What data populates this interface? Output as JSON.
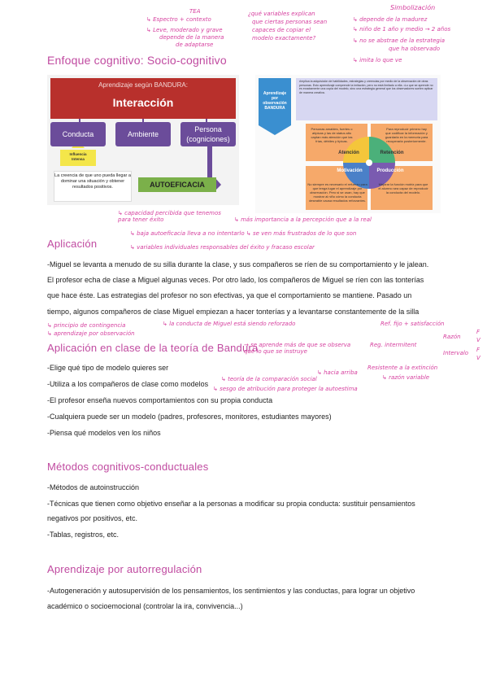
{
  "annotations_top": {
    "col1_title": "TEA",
    "col1_lines": [
      "↳ Espectro + contexto",
      "↳ Leve, moderado y grave",
      "depende de la manera",
      "de adaptarse"
    ],
    "col2_lines": [
      "¿qué variables explican",
      "que ciertas personas sean",
      "capaces de copiar el",
      "modelo exactamente?"
    ],
    "col3_title": "Simbolización",
    "col3_lines": [
      "↳ depende de la madurez",
      "↳ niño de 1 año y medio → 2 años",
      "↳ no se abstrae de la estrategia",
      "que ha observado",
      "↳ imita lo que ve"
    ]
  },
  "title": "Enfoque cognitivo: Socio-cognitivo",
  "diagram1": {
    "heading": "Aprendizaje según BANDURA:",
    "center": "Interacción",
    "boxes": [
      "Conducta",
      "Ambiente",
      "Persona\n(cogniciones)"
    ],
    "yellow": "Influencia\nIntensa",
    "belief": "La creencia de que uno pueda llegar a dominar una situación y obtener resultados positivos.",
    "autoeficacia": "AUTOEFICACIA"
  },
  "diagram2": {
    "left_label": "Aprendizaje por observación BANDURA",
    "top_text": "•Implica la adquisición de habilidades, estrategias y creencias por medio de la observación de otras personas. Esto aprendizaje comprende la imitación, pero no está limitado a ella. •Lo que se aprende no es exactamente una copia del modelo, sino una estrategia general que los observadores suelen aplicar de manera creativa.",
    "quadrants": [
      "Atención",
      "Retención",
      "Motivación",
      "Producción"
    ],
    "q_texts": [
      "Personas amables, fuertes o atípicas y las de status alto captan más atención que las frías, débiles y típicas.",
      "Para reproducir primero hay que codificar la información y guardarla en la memoria para recuperarla posteriormente.",
      "No siempre es necesario el refuerzo para que tenga lugar el aprendizaje por observación. Pero si se usan, hay que mostrar al niño cómo la conducta deseable causa resultados reforzantes.",
      "Mejorar la función motriz para que el alumno sea capaz de reproducir la conducta del modelo."
    ]
  },
  "annotations_mid": {
    "a1": "↳ capacidad percibida que tenemos para tener éxito",
    "a2": "↳ más importancia a la percepción que a la real",
    "a3": "↳ baja autoeficacia lleva a no intentarlo ↳ se ven más frustrados de lo que son",
    "a4": "↳ variables individuales responsables del éxito y fracaso escolar"
  },
  "sections": {
    "aplicacion": {
      "title": "Aplicación",
      "lines": [
        "-Miguel se levanta a menudo de su silla durante la clase, y sus compañeros se ríen de su comportamiento y le jalean.",
        "El profesor echa de clase a Miguel algunas veces. Por otro lado, los compañeros de Miguel se ríen con las tonterías",
        "que hace éste. Las estrategias del profesor no son efectivas, ya que el comportamiento se mantiene. Pasado un",
        "tiempo, algunos compañeros de clase Miguel empiezan a hacer tonterías y a levantarse constantemente de la silla"
      ],
      "notes": [
        "↳ principio de contingencia",
        "↳ aprendizaje por observación",
        "↳ la conducta de Miguel está siendo reforzado"
      ],
      "right_notes": [
        "Ref. fijo + satisfacción",
        "Reg. intermitent",
        "Razón",
        "Intervalo",
        "F",
        "V",
        "F",
        "V"
      ]
    },
    "bandura": {
      "title": "Aplicación en clase de la teoría de Bandura",
      "title_note": "→ se aprende más de que se observa que lo que se instruye",
      "items": [
        "-Elige qué tipo de modelo quieres ser",
        "-Utiliza a los compañeros de clase como modelos",
        "-El profesor enseña nuevos comportamientos con su propia conducta",
        "-Cualquiera puede ser un modelo (padres, profesores, monitores, estudiantes mayores)",
        "-Piensa qué modelos ven los niños"
      ],
      "notes": [
        "↳ teoría de la comparación social",
        "↳ hacia arriba",
        "↳ sesgo de atribución para proteger la autoestima",
        "Resistente a la extinción",
        "↳ razón variable"
      ]
    },
    "metodos": {
      "title": "Métodos cognitivos-conductuales",
      "lines": [
        "-Métodos de autoinstrucción",
        "-Técnicas que tienen como objetivo enseñar a la personas a modificar su propia conducta: sustituir pensamientos",
        "negativos por positivos, etc.",
        "-Tablas, registros, etc."
      ]
    },
    "autorregulacion": {
      "title": "Aprendizaje por autorregulación",
      "lines": [
        "-Autogeneración y autosupervisión de los pensamientos, los sentimientos y las conductas, para lograr un objetivo",
        "académico o socioemocional (controlar la ira, convivencia...)"
      ]
    }
  },
  "colors": {
    "heading": "#c04aa0",
    "handwriting": "#d6409f",
    "banner": "#b8302c",
    "purple": "#6b4c9a",
    "green": "#7bb04a",
    "yellow": "#f4e64a"
  }
}
